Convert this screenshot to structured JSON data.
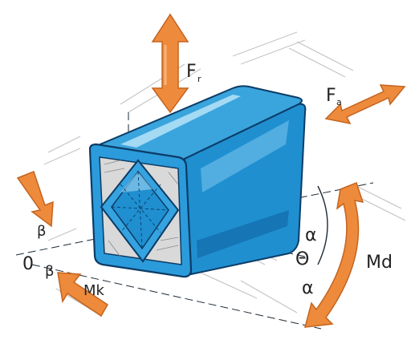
{
  "figure": {
    "labels": {
      "radial_force": "F",
      "radial_force_sub": "r",
      "axial_force": "F",
      "axial_force_sub": "a",
      "torque": "Md",
      "moment": "Mk",
      "axis_origin": "0",
      "alpha_top": "α",
      "alpha_bottom": "α",
      "theta": "Θ",
      "beta_top": "β",
      "beta_bottom": "β"
    },
    "colors": {
      "tube_blue": "#1f8fd0",
      "tube_dark": "#0c5c9a",
      "tube_light": "#9fd6f2",
      "arrow_orange": "#ee8a3b",
      "arrow_dark": "#c4641f",
      "ink": "#1d2a36"
    }
  }
}
